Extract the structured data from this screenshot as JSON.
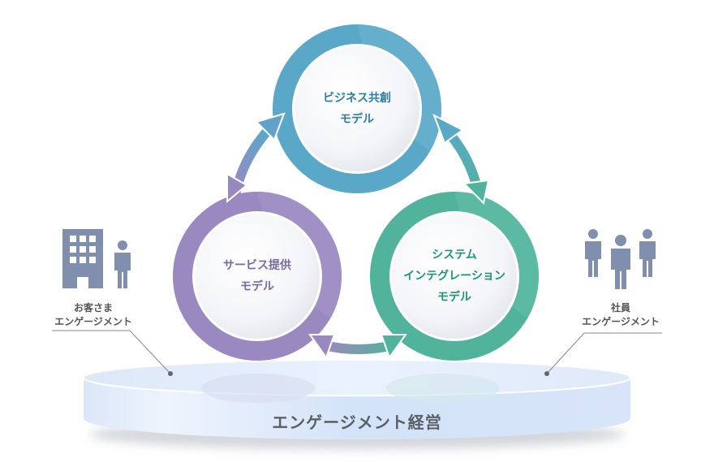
{
  "diagram": {
    "base_label": "エンゲージメント経営",
    "models": [
      {
        "id": "business",
        "line1": "ビジネス共創",
        "line2": "モデル",
        "line3": "",
        "color": "#5aa8c8",
        "text_color": "#2e7ea3"
      },
      {
        "id": "service",
        "line1": "サービス提供",
        "line2": "モデル",
        "line3": "",
        "color": "#9a89c0",
        "text_color": "#7a68aa"
      },
      {
        "id": "system",
        "line1": "システム",
        "line2": "インテグレーション",
        "line3": "モデル",
        "color": "#52b39c",
        "text_color": "#1f9576"
      }
    ],
    "left_group": {
      "line1": "お客さま",
      "line2": "エンゲージメント",
      "icons": [
        "building-icon",
        "person-icon"
      ]
    },
    "right_group": {
      "line1": "社員",
      "line2": "エンゲージメント",
      "icons": [
        "person-icon",
        "person-icon",
        "person-icon"
      ]
    },
    "icon_color": "#7f8fad"
  }
}
